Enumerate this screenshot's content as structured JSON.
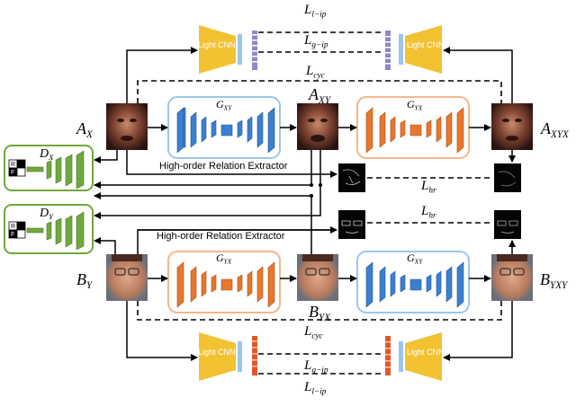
{
  "losses": {
    "l_ip_top": {
      "main": "L",
      "sub": "l−ip"
    },
    "g_ip_top": {
      "main": "L",
      "sub": "g−ip"
    },
    "cyc_top": {
      "main": "L",
      "sub": "cyc"
    },
    "hr_top": {
      "main": "L",
      "sub": "hr"
    },
    "hr_bottom": {
      "main": "L",
      "sub": "hr"
    },
    "cyc_bottom": {
      "main": "L",
      "sub": "cyc"
    },
    "g_ip_bottom": {
      "main": "L",
      "sub": "g−ip"
    },
    "l_ip_bottom": {
      "main": "L",
      "sub": "l−ip"
    }
  },
  "images": {
    "a_x": {
      "main": "A",
      "sub": "X"
    },
    "a_xy": {
      "main": "A",
      "sub": "XY"
    },
    "a_xyx": {
      "main": "A",
      "sub": "XYX"
    },
    "b_y": {
      "main": "B",
      "sub": "Y"
    },
    "b_yx": {
      "main": "B",
      "sub": "YX"
    },
    "b_yxy": {
      "main": "B",
      "sub": "YXY"
    }
  },
  "generators": {
    "g_xy_top": {
      "main": "G",
      "sub": "XY"
    },
    "g_yx_top": {
      "main": "G",
      "sub": "YX"
    },
    "g_yx_bottom": {
      "main": "G",
      "sub": "YX"
    },
    "g_xy_bottom": {
      "main": "G",
      "sub": "XY"
    }
  },
  "discriminators": {
    "d_x": {
      "main": "D",
      "sub": "X"
    },
    "d_y": {
      "main": "D",
      "sub": "Y"
    },
    "real_label": "R",
    "fake_label": "F"
  },
  "modules": {
    "light_cnn": "Light CNN",
    "relation_extractor_top": "High-order Relation Extractor",
    "relation_extractor_bottom": "High-order Relation Extractor"
  },
  "colors": {
    "generator_xy": "#3b7fd0",
    "generator_yx": "#e8772e",
    "generator_xy_box": "#9cc6ea",
    "generator_yx_box": "#f2b78c",
    "discriminator": "#6fa83e",
    "light_cnn": "#f2c233",
    "feature_xy": "#8f87c9",
    "feature_yx": "#e2562a"
  }
}
